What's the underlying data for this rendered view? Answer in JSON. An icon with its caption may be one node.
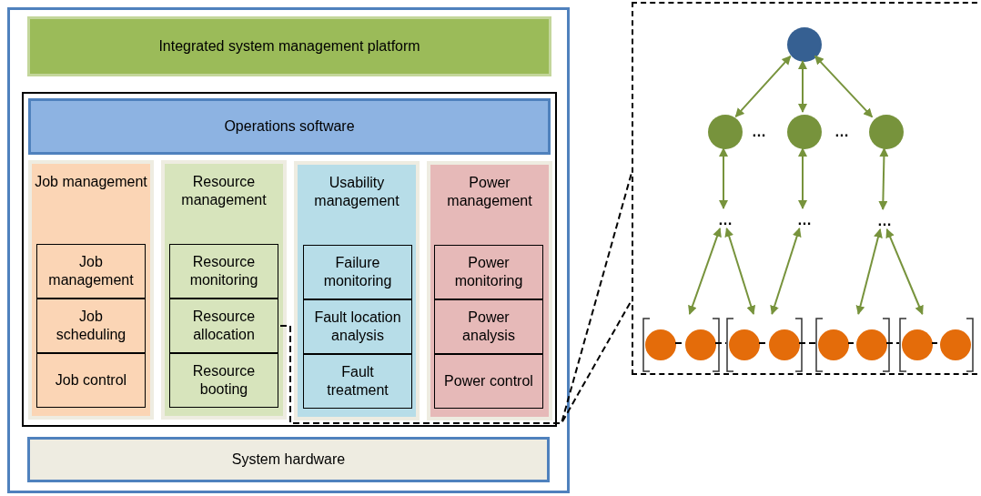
{
  "diagram": {
    "nodes": [
      {
        "text": [],
        "shape": "box"
      },
      {
        "text": [
          "Integrated system management platform"
        ],
        "in": 0
      },
      {
        "text": [],
        "shape": "box",
        "in": 0
      },
      {
        "text": [
          "Operations software"
        ],
        "in": 2
      },
      {
        "text": [
          "Job management"
        ],
        "in": 2
      },
      {
        "text": [
          "Job management"
        ],
        "in": 4
      },
      {
        "text": [
          "Job scheduling"
        ],
        "in": 4
      },
      {
        "text": [
          "Job control"
        ],
        "in": 4
      },
      {
        "text": [
          "Resource management"
        ],
        "in": 2
      },
      {
        "text": [
          "Resource monitoring"
        ],
        "in": 8
      },
      {
        "text": [
          "Resource allocation"
        ],
        "in": 8
      },
      {
        "text": [
          "Resource booting"
        ],
        "in": 8
      },
      {
        "text": [
          "Usability management"
        ],
        "in": 2
      },
      {
        "text": [
          "Failure monitoring"
        ],
        "in": 12
      },
      {
        "text": [
          "Fault location analysis"
        ],
        "in": 12
      },
      {
        "text": [
          "Fault treatment"
        ],
        "in": 12
      },
      {
        "text": [
          "Power management"
        ],
        "in": 2
      },
      {
        "text": [
          "Power monitoring"
        ],
        "in": 16
      },
      {
        "text": [
          "Power analysis"
        ],
        "in": 16
      },
      {
        "text": [
          "Power control"
        ],
        "in": 16
      },
      {
        "text": [
          "System hardware"
        ],
        "in": 0
      },
      {
        "text": [],
        "shape": "box"
      },
      {
        "text": [],
        "shape": "circle",
        "in": 21
      },
      {
        "text": [],
        "shape": "circle",
        "in": 21
      },
      {
        "text": [],
        "shape": "circle",
        "in": 21
      },
      {
        "text": [],
        "shape": "circle",
        "in": 21
      },
      {
        "text": [
          "…"
        ],
        "in": 21
      },
      {
        "text": [
          "…"
        ],
        "in": 21
      },
      {
        "text": [
          "…"
        ],
        "in": 21
      },
      {
        "text": [],
        "shape": "bracket",
        "in": 21
      },
      {
        "text": [],
        "shape": "circle",
        "in": 29
      },
      {
        "text": [],
        "shape": "circle",
        "in": 29
      },
      {
        "text": [],
        "shape": "bracket",
        "in": 21
      },
      {
        "text": [],
        "shape": "circle",
        "in": 32
      },
      {
        "text": [],
        "shape": "circle",
        "in": 32
      },
      {
        "text": [],
        "shape": "bracket",
        "in": 21
      },
      {
        "text": [],
        "shape": "circle",
        "in": 35
      },
      {
        "text": [],
        "shape": "circle",
        "in": 35
      },
      {
        "text": [],
        "shape": "bracket",
        "in": 21
      },
      {
        "text": [],
        "shape": "circle",
        "in": 38
      },
      {
        "text": [],
        "shape": "circle",
        "in": 38
      }
    ],
    "edges": [
      {
        "from": 10,
        "to": 21,
        "arrow": "none",
        "style": "dashed",
        "color": "#000000"
      },
      {
        "from": 10,
        "to": 21,
        "arrow": "none",
        "style": "dashed",
        "color": "#000000"
      },
      {
        "from": 22,
        "to": 23,
        "arrow": "both"
      },
      {
        "from": 22,
        "to": 24,
        "arrow": "both"
      },
      {
        "from": 22,
        "to": 25,
        "arrow": "both"
      },
      {
        "from": 23,
        "to": 26,
        "arrow": "both"
      },
      {
        "from": 24,
        "to": 27,
        "arrow": "both"
      },
      {
        "from": 25,
        "to": 28,
        "arrow": "both"
      },
      {
        "from": 26,
        "to": 29,
        "arrow": "both"
      },
      {
        "from": 26,
        "to": 32,
        "arrow": "both"
      },
      {
        "from": 27,
        "to": 32,
        "arrow": "both"
      },
      {
        "from": 28,
        "to": 35,
        "arrow": "both"
      },
      {
        "from": 28,
        "to": 38,
        "arrow": "both"
      },
      {
        "from": 30,
        "to": 31,
        "arrow": "none",
        "style": "dashed",
        "color": "#000000"
      },
      {
        "from": 31,
        "to": 33,
        "arrow": "none",
        "style": "dashed",
        "color": "#000000"
      },
      {
        "from": 33,
        "to": 34,
        "arrow": "none",
        "style": "dashed",
        "color": "#000000"
      },
      {
        "from": 34,
        "to": 36,
        "arrow": "none",
        "style": "dashed",
        "color": "#000000"
      },
      {
        "from": 36,
        "to": 37,
        "arrow": "none",
        "style": "dashed",
        "color": "#000000"
      },
      {
        "from": 37,
        "to": 39,
        "arrow": "none",
        "style": "dashed",
        "color": "#000000"
      },
      {
        "from": 39,
        "to": 40,
        "arrow": "none",
        "style": "dashed",
        "color": "#000000"
      }
    ],
    "labels": [
      "…",
      "…"
    ]
  }
}
